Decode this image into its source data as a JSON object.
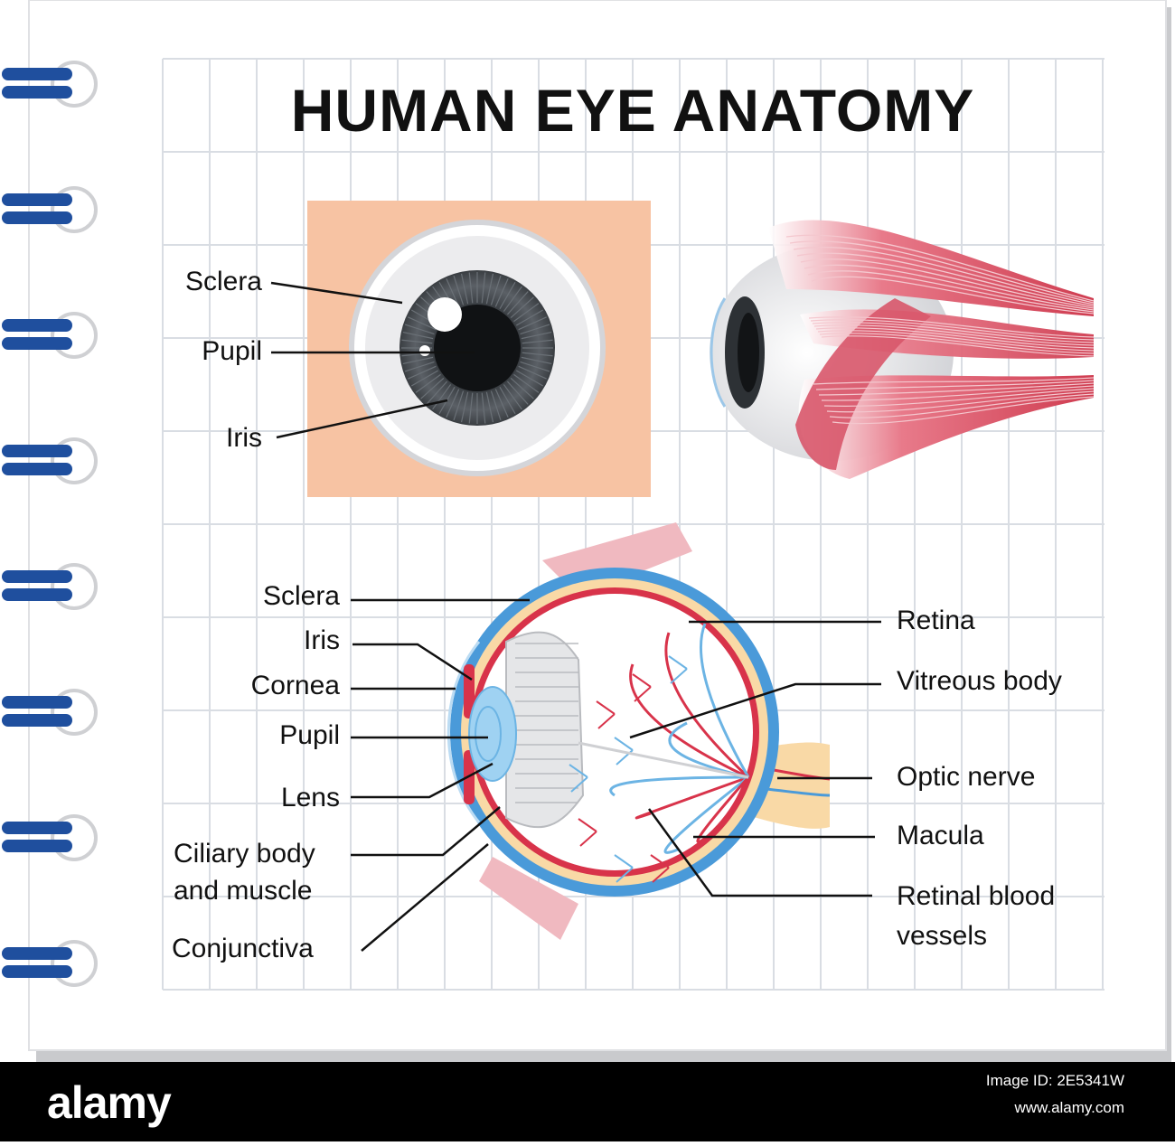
{
  "title": "HUMAN EYE ANATOMY",
  "front_view": {
    "labels": {
      "sclera": "Sclera",
      "pupil": "Pupil",
      "iris": "Iris"
    }
  },
  "cross_section": {
    "left_labels": {
      "sclera": "Sclera",
      "iris": "Iris",
      "cornea": "Cornea",
      "pupil": "Pupil",
      "lens": "Lens",
      "ciliary_line1": "Ciliary body",
      "ciliary_line2": "and muscle",
      "conjunctiva": "Conjunctiva"
    },
    "right_labels": {
      "retina": "Retina",
      "vitreous": "Vitreous body",
      "optic_nerve": "Optic nerve",
      "macula": "Macula",
      "vessels_line1": "Retinal blood",
      "vessels_line2": "vessels"
    }
  },
  "footer": {
    "logo": "alamy",
    "image_id_prefix": "Image ID: 2E5341W",
    "image_url": "www.alamy.com"
  },
  "colors": {
    "paper": "#ffffff",
    "grid": "#d9dde3",
    "spiral": "#1f4f9e",
    "skin": "#f7c3a3",
    "iris": "#4a4e52",
    "muscle": "#d64a5c",
    "outer_layer": "#4a9ad9",
    "inner_red": "#d8334a",
    "lens": "#9fd2f2",
    "optic": "#f9d9a6"
  }
}
